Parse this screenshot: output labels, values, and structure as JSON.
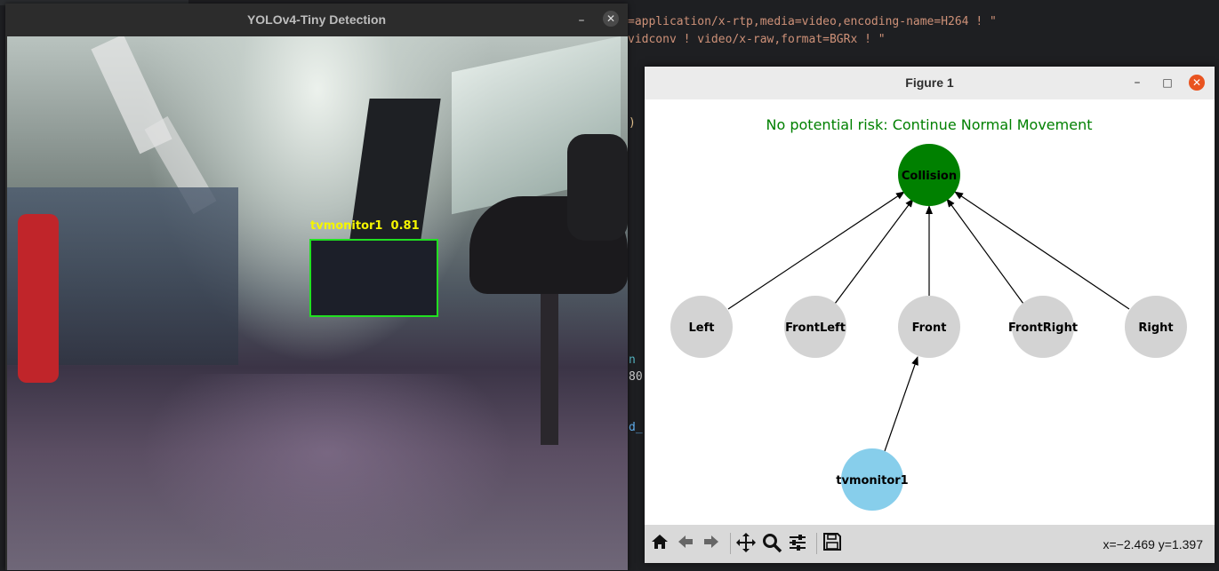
{
  "editor": {
    "line1": "=application/x-rtp,media=video,encoding-name=H264 ! \"",
    "line2": "vidconv ! video/x-raw,format=BGRx ! \"",
    "frag_paren": ")",
    "frag_n": "n",
    "frag_80": "80",
    "frag_d": "d_"
  },
  "yolo_window": {
    "title": "YOLOv4-Tiny Detection",
    "minimize": "–",
    "close": "✕",
    "detection": {
      "label": "tvmonitor1",
      "score": "0.81"
    }
  },
  "figure_window": {
    "title": "Figure 1",
    "minimize": "–",
    "maximize": "□",
    "close": "✕",
    "status_text": "No potential risk: Continue Normal Movement",
    "status_color": "#008000",
    "nodes": {
      "collision": {
        "label": "Collision",
        "color": "#008000"
      },
      "left": {
        "label": "Left",
        "color": "#d3d3d3"
      },
      "frontleft": {
        "label": "FrontLeft",
        "color": "#d3d3d3"
      },
      "front": {
        "label": "Front",
        "color": "#d3d3d3"
      },
      "frontright": {
        "label": "FrontRight",
        "color": "#d3d3d3"
      },
      "right": {
        "label": "Right",
        "color": "#d3d3d3"
      },
      "tvmonitor1": {
        "label": "tvmonitor1",
        "color": "#87ceeb"
      }
    },
    "toolbar": {
      "icons": [
        "home-icon",
        "back-icon",
        "forward-icon",
        "pan-icon",
        "zoom-icon",
        "configure-icon",
        "save-icon"
      ],
      "coords": "x=−2.469 y=1.397"
    }
  }
}
